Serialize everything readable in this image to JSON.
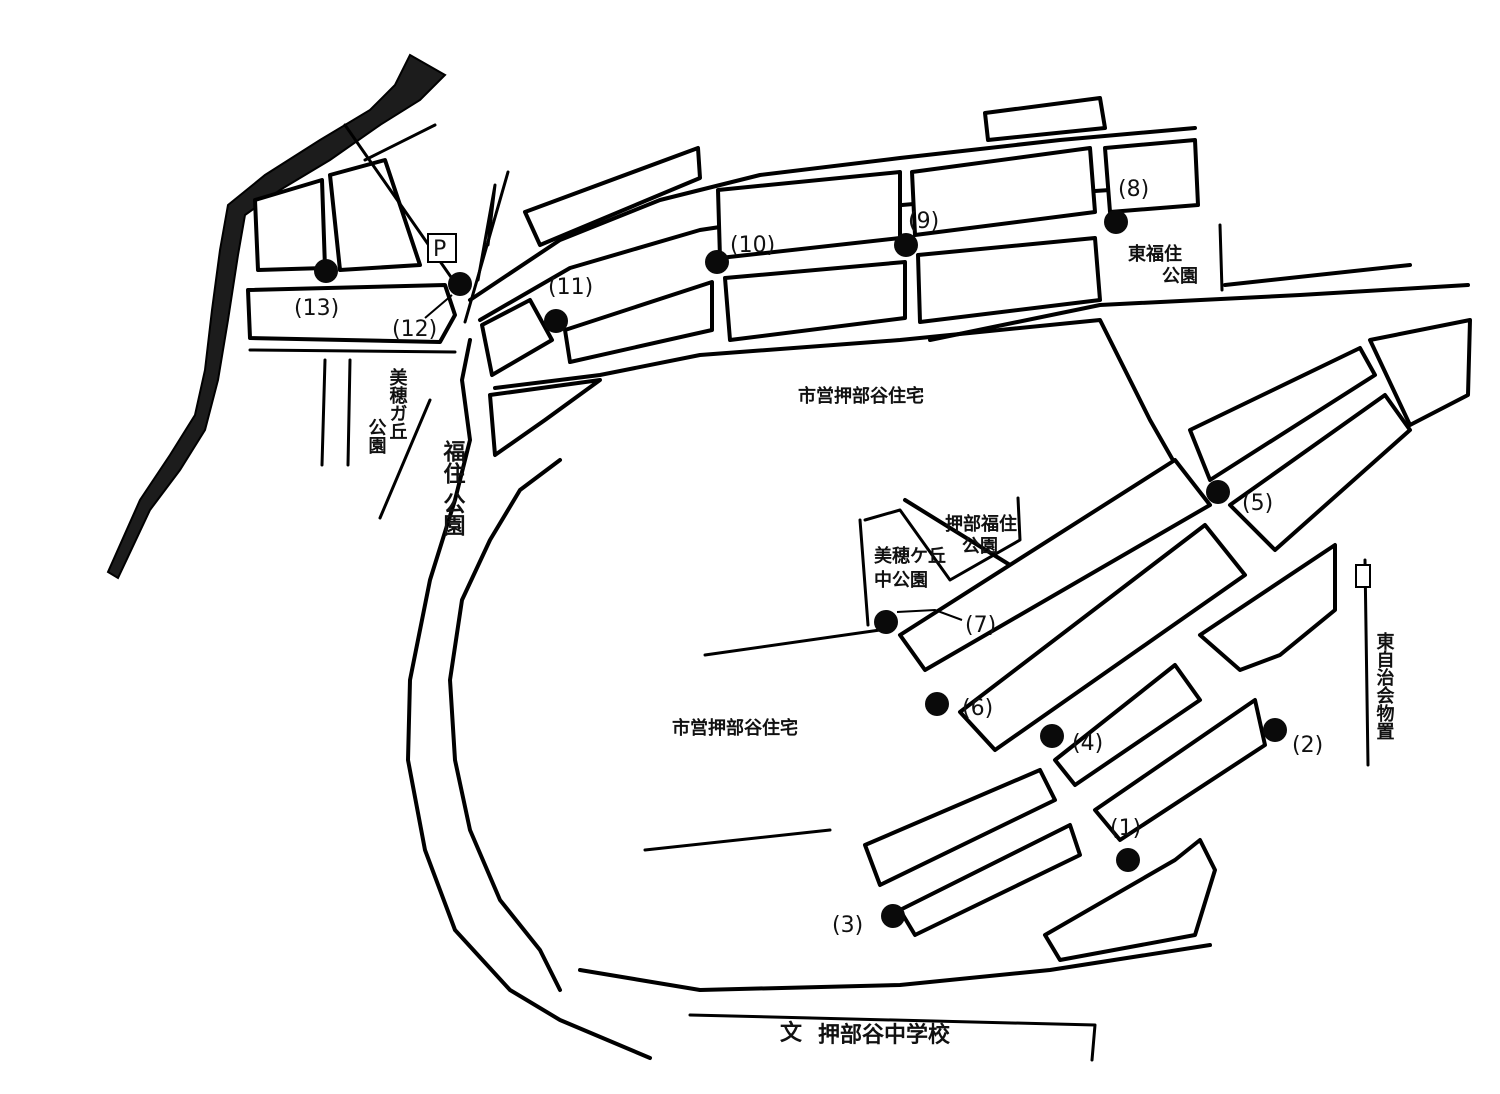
{
  "points": [
    {
      "num": "(1)"
    },
    {
      "num": "(2)"
    },
    {
      "num": "(3)"
    },
    {
      "num": "(4)"
    },
    {
      "num": "(5)"
    },
    {
      "num": "(6)"
    },
    {
      "num": "(7)"
    },
    {
      "num": "(8)"
    },
    {
      "num": "(9)"
    },
    {
      "num": "(10)"
    },
    {
      "num": "(11)"
    },
    {
      "num": "(12)"
    },
    {
      "num": "(13)"
    }
  ],
  "labels": {
    "parking": "P",
    "housing_north": "市営押部谷住宅",
    "housing_center": "市営押部谷住宅",
    "park_higashi_fukuzumi_1": "東福住",
    "park_higashi_fukuzumi_2": "公園",
    "park_mihogaoka_1": "美穂ガ丘",
    "park_mihogaoka_2": "公園",
    "park_fukuzumi_1": "福住",
    "park_fukuzumi_2": "公園",
    "park_oshibe_fukuzumi_1": "押部福住",
    "park_oshibe_fukuzumi_2": "公園",
    "park_mihogaoka_small_1": "美穂ケ丘",
    "park_mihogaoka_small_2": "中公園",
    "jichikai_storage": "東自治会物置",
    "school_symbol": "文",
    "school_name": "押部谷中学校"
  }
}
